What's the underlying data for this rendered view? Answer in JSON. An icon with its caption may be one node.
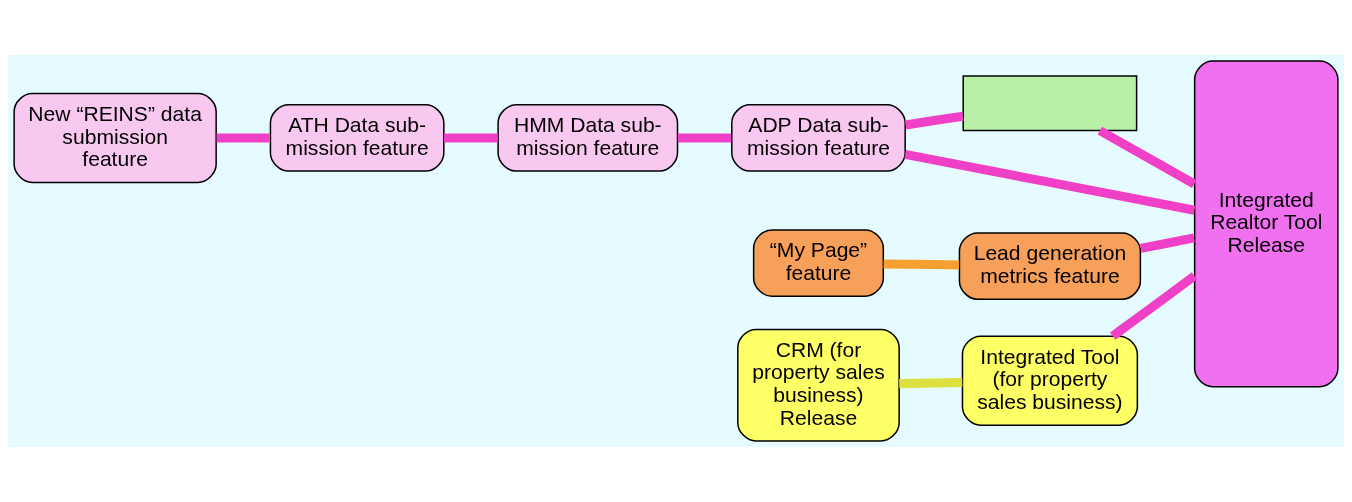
{
  "diagram": {
    "nodes": [
      {
        "text": [
          "New “REINS” data submission feature"
        ]
      },
      {
        "text": [
          "ATH Data sub- mission feature"
        ]
      },
      {
        "text": [
          "HMM Data sub- mission feature"
        ]
      },
      {
        "text": [
          "ADP Data sub- mission feature"
        ]
      },
      {
        "text": [],
        "shape": "box"
      },
      {
        "text": [
          "“My Page” feature"
        ]
      },
      {
        "text": [
          "Lead generation metrics feature"
        ]
      },
      {
        "text": [
          "CRM (for property sales business) Release"
        ]
      },
      {
        "text": [
          "Integrated Tool (for property sales business)"
        ]
      },
      {
        "text": [
          "Integrated Realtor Tool Release"
        ]
      }
    ],
    "edges": [
      {
        "from": 0,
        "to": 1,
        "arrow": "none"
      },
      {
        "from": 1,
        "to": 2,
        "arrow": "none"
      },
      {
        "from": 2,
        "to": 3,
        "arrow": "none"
      },
      {
        "from": 3,
        "to": 9,
        "arrow": "none"
      },
      {
        "from": 3,
        "to": 4,
        "arrow": "none"
      },
      {
        "from": 4,
        "to": 9,
        "arrow": "none"
      },
      {
        "from": 5,
        "to": 6,
        "arrow": "none",
        "color": "#f5a030"
      },
      {
        "from": 6,
        "to": 9,
        "arrow": "none"
      },
      {
        "from": 7,
        "to": 8,
        "arrow": "none",
        "color": "#dde040"
      },
      {
        "from": 8,
        "to": 9,
        "arrow": "none"
      }
    ]
  }
}
